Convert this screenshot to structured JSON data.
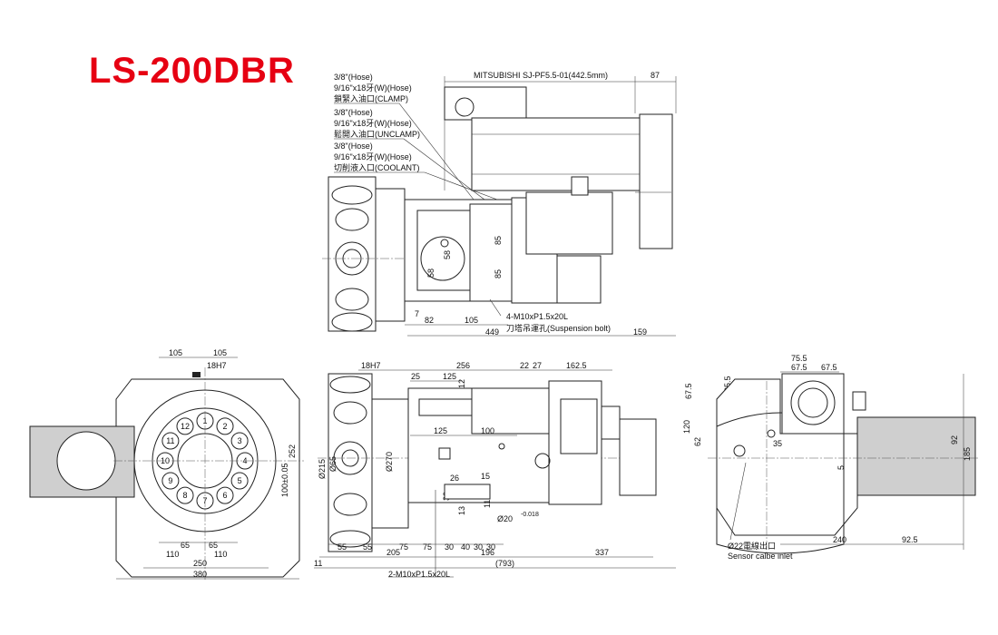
{
  "title": {
    "text": "LS-200DBR",
    "color": "#e60012"
  },
  "motor": {
    "label": "MITSUBISHI SJ-PF5.5-01(442.5mm)",
    "offset": "87"
  },
  "ports": [
    {
      "size": "3/8\"(Hose)",
      "thread": "9/16\"x18牙(W)(Hose)",
      "name": "鎖緊入油口(CLAMP)"
    },
    {
      "size": "3/8\"(Hose)",
      "thread": "9/16\"x18牙(W)(Hose)",
      "name": "鬆開入油口(UNCLAMP)"
    },
    {
      "size": "3/8\"(Hose)",
      "thread": "9/16\"x18牙(W)(Hose)",
      "name": "切削液入口(COOLANT)"
    }
  ],
  "top_view": {
    "dim_7": "7",
    "dim_82": "82",
    "dim_105": "105",
    "dim_449": "449",
    "dim_159": "159",
    "dim_85a": "85",
    "dim_85b": "85",
    "dim_58a": "58",
    "dim_58b": "58",
    "bolt_spec": "4-M10xP1.5x20L",
    "bolt_desc": "刀塔吊運孔(Suspension bolt)"
  },
  "front_view": {
    "dim_105a": "105",
    "dim_105b": "105",
    "dim_18h7": "18H7",
    "dim_252": "252",
    "dim_100": "100±0.05",
    "dim_65a": "65",
    "dim_65b": "65",
    "dim_110a": "110",
    "dim_110b": "110",
    "dim_250": "250",
    "dim_380": "380",
    "stations": [
      "1",
      "2",
      "3",
      "4",
      "5",
      "6",
      "7",
      "8",
      "9",
      "10",
      "11",
      "12"
    ]
  },
  "side_view": {
    "dim_18h7": "18H7",
    "dim_256": "256",
    "dim_22": "22",
    "dim_27": "27",
    "dim_1625": "162.5",
    "dim_25": "25",
    "dim_125a": "125",
    "dim_12": "12",
    "dim_125b": "125",
    "dim_100": "100",
    "dim_26": "26",
    "dim_15": "15",
    "dim_30v": "30",
    "dim_13": "13",
    "dim_115": "11.5",
    "dim_20": "Ø20",
    "dim_20tol": "-0.018",
    "dia_215": "Ø215",
    "dia_65": "Ø65",
    "dia_270": "Ø270",
    "dim_55a": "55",
    "dim_55b": "55",
    "dim_75a": "75",
    "dim_75b": "75",
    "dim_30a": "30",
    "dim_40": "40",
    "dim_30b": "30",
    "dim_30c": "30",
    "dim_205": "205",
    "dim_196": "196",
    "dim_337": "337",
    "dim_11": "11",
    "dim_793": "(793)",
    "bolt_spec": "2-M10xP1.5x20L"
  },
  "rear_view": {
    "dim_755": "75.5",
    "dim_675a": "67.5",
    "dim_675b": "67.5",
    "dim_675v": "67.5",
    "dim_355": "35.5",
    "dim_120": "120",
    "dim_62": "62",
    "dim_35": "35",
    "dim_5": "5",
    "dim_92": "92",
    "dim_185": "185",
    "dim_240": "240",
    "dim_925": "92.5",
    "sensor_cn": "Ø22電線出口",
    "sensor_en": "Sensor calbe inlet"
  }
}
